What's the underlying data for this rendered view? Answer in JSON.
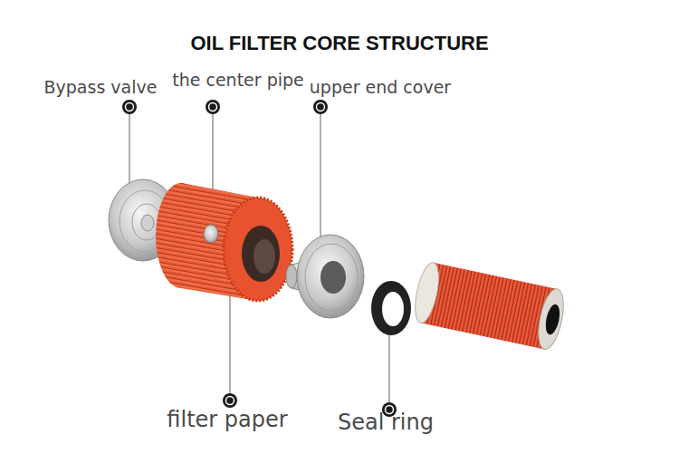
{
  "diagram": {
    "title": "OIL FILTER CORE STRUCTURE",
    "labels": [
      "Bypass valve",
      "the center pipe",
      "upper end cover",
      "filter paper",
      "Seal ring"
    ]
  }
}
